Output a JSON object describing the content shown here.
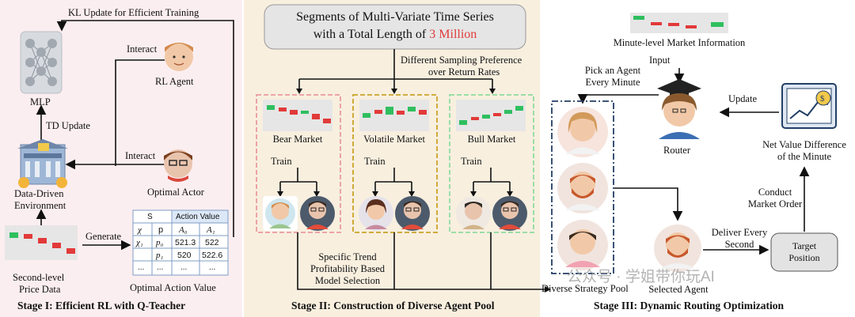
{
  "colors": {
    "stage1_bg": "#fbeef0",
    "stage2_bg": "#f8efdf",
    "stage3_bg": "#ffffff",
    "accent_red": "#e23a3a",
    "accent_green": "#2fbf5f",
    "bear_border": "#eb9aa0",
    "volatile_border": "#c9a227",
    "bull_border": "#8fdc9f",
    "pool_border": "#223f66"
  },
  "stage1": {
    "caption": "Stage I: Efficient RL with Q-Teacher",
    "kl_update": "KL Update for Efficient Training",
    "mlp": "MLP",
    "interact_top": "Interact",
    "rl_agent": "RL Agent",
    "td_update": "TD Update",
    "interact_mid": "Interact",
    "env_line1": "Data-Driven",
    "env_line2": "Environment",
    "optimal_actor": "Optimal Actor",
    "generate": "Generate",
    "price_line1": "Second-level",
    "price_line2": "Price Data",
    "table_caption": "Optimal Action Value",
    "table": {
      "h_s": "S",
      "h_av": "Action Value",
      "r1": [
        "χ",
        "p",
        "A₀",
        "A₁"
      ],
      "r2": [
        "χ₁",
        "p₀",
        "521.3",
        "522"
      ],
      "r3": [
        "",
        "p₁",
        "520",
        "522.6"
      ],
      "r4": [
        "...",
        "...",
        "...",
        "..."
      ]
    }
  },
  "stage2": {
    "caption": "Stage II: Construction of Diverse Agent Pool",
    "title_line1": "Segments of  Multi-Variate Time Series",
    "title_line2_prefix": "with a Total Length of ",
    "title_highlight": "3 Million",
    "sampling_line1": "Different Sampling Preference",
    "sampling_line2": "over Return Rates",
    "markets": [
      "Bear Market",
      "Volatile Market",
      "Bull Market"
    ],
    "train": "Train",
    "selection_line1": "Specific Trend",
    "selection_line2": "Profitability Based",
    "selection_line3": "Model Selection"
  },
  "stage3": {
    "caption": "Stage III: Dynamic Routing Optimization",
    "minute_info": "Minute-level Market Information",
    "input": "Input",
    "pick_line1": "Pick an Agent",
    "pick_line2": "Every Minute",
    "update": "Update",
    "router": "Router",
    "net_line1": "Net Value Difference",
    "net_line2": "of the Minute",
    "conduct_line1": "Conduct",
    "conduct_line2": "Market Order",
    "deliver_line1": "Deliver Every",
    "deliver_line2": "Second",
    "target_line1": "Target",
    "target_line2": "Position",
    "pool": "Diverse Strategy Pool",
    "selected": "Selected Agent",
    "watermark": "公众号 · 学姐带你玩AI"
  }
}
